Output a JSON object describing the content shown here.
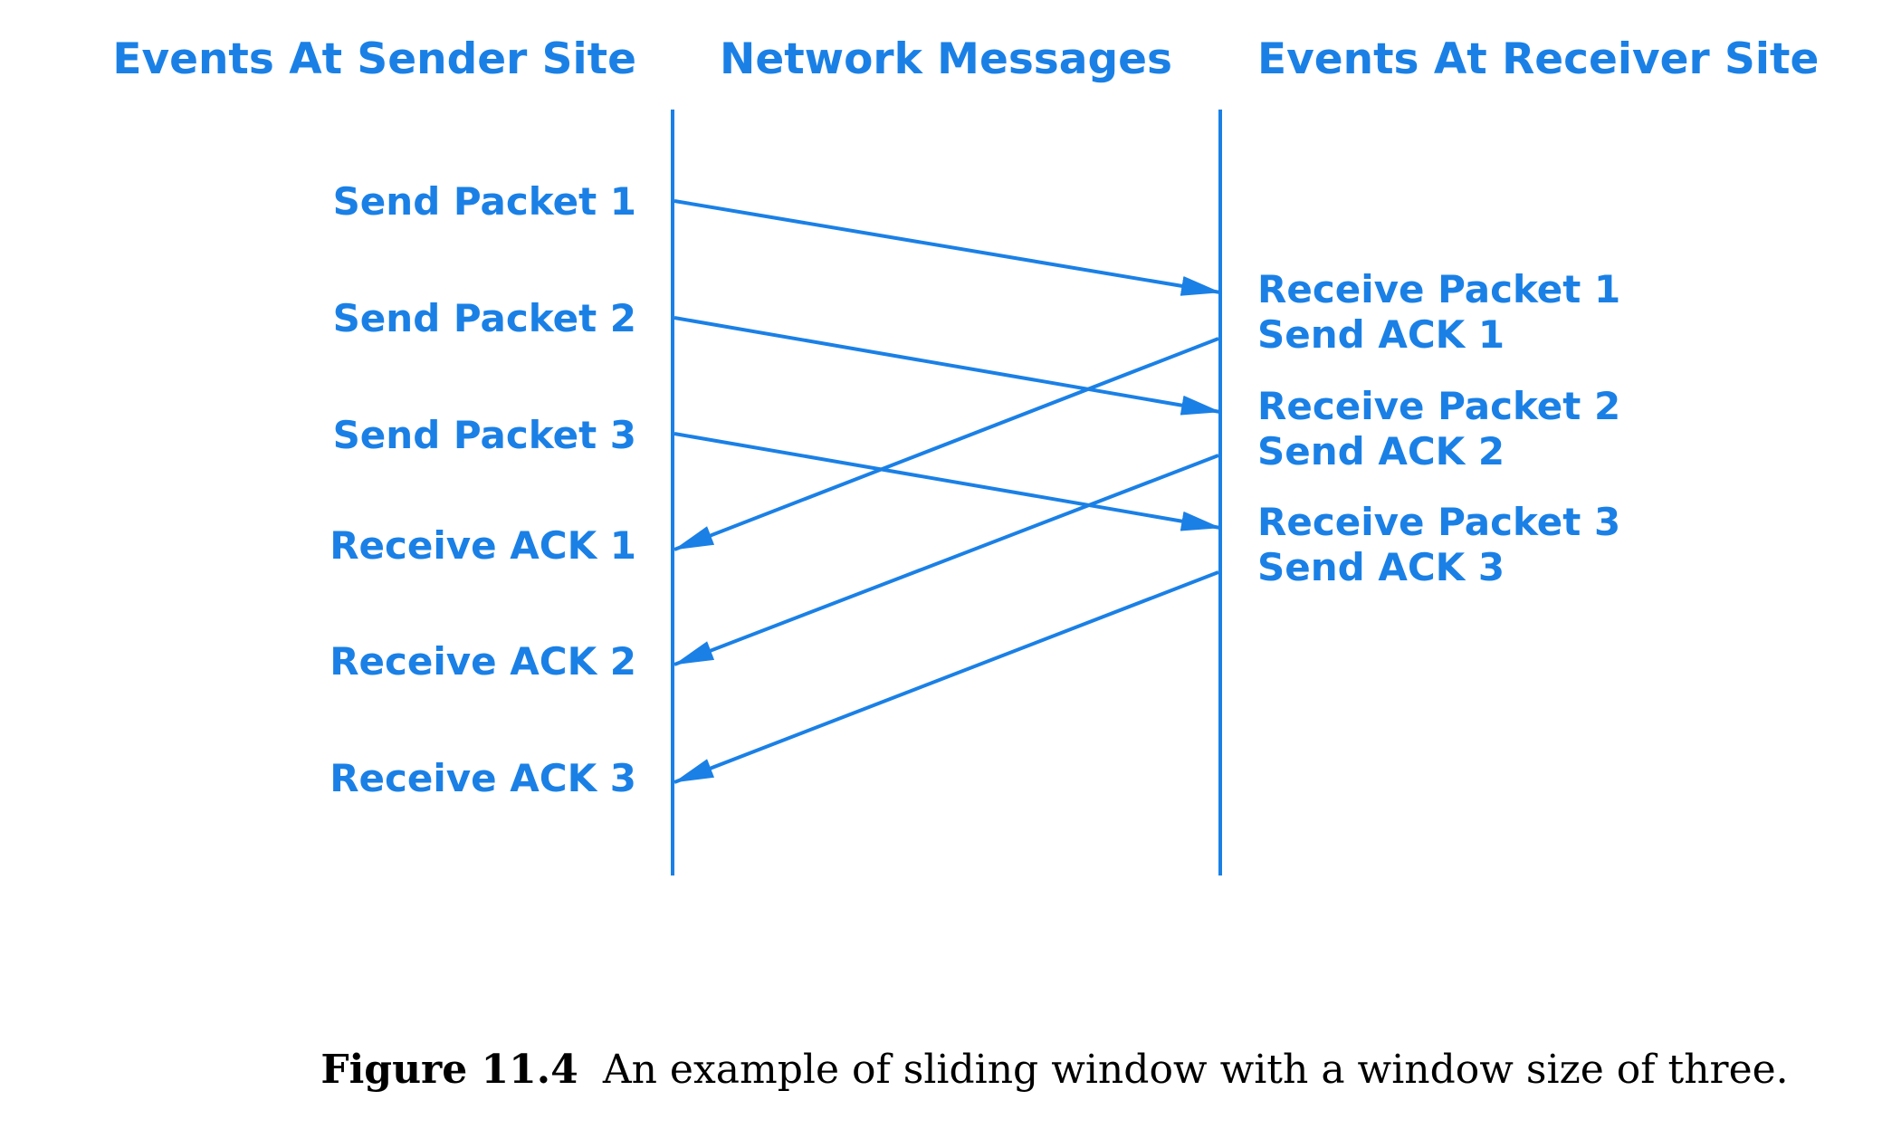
{
  "colors": {
    "diagram": "#1a80e6",
    "caption": "#000000",
    "background": "#ffffff"
  },
  "headers": {
    "sender": "Events At Sender Site",
    "network": "Network Messages",
    "receiver": "Events At Receiver Site"
  },
  "sender_events": [
    "Send Packet 1",
    "Send Packet 2",
    "Send Packet 3",
    "Receive ACK 1",
    "Receive ACK 2",
    "Receive ACK 3"
  ],
  "receiver_events": [
    "Receive Packet 1",
    "Send ACK 1",
    "Receive Packet 2",
    "Send ACK 2",
    "Receive Packet 3",
    "Send ACK 3"
  ],
  "messages": [
    {
      "from": "sender",
      "to": "receiver",
      "sent_by": "Send Packet 1",
      "received_by": "Receive Packet 1"
    },
    {
      "from": "sender",
      "to": "receiver",
      "sent_by": "Send Packet 2",
      "received_by": "Receive Packet 2"
    },
    {
      "from": "sender",
      "to": "receiver",
      "sent_by": "Send Packet 3",
      "received_by": "Receive Packet 3"
    },
    {
      "from": "receiver",
      "to": "sender",
      "sent_by": "Send ACK 1",
      "received_by": "Receive ACK 1"
    },
    {
      "from": "receiver",
      "to": "sender",
      "sent_by": "Send ACK 2",
      "received_by": "Receive ACK 2"
    },
    {
      "from": "receiver",
      "to": "sender",
      "sent_by": "Send ACK 3",
      "received_by": "Receive ACK 3"
    }
  ],
  "caption": {
    "number": "Figure 11.4",
    "text": "An example of sliding window with a window size of three."
  }
}
